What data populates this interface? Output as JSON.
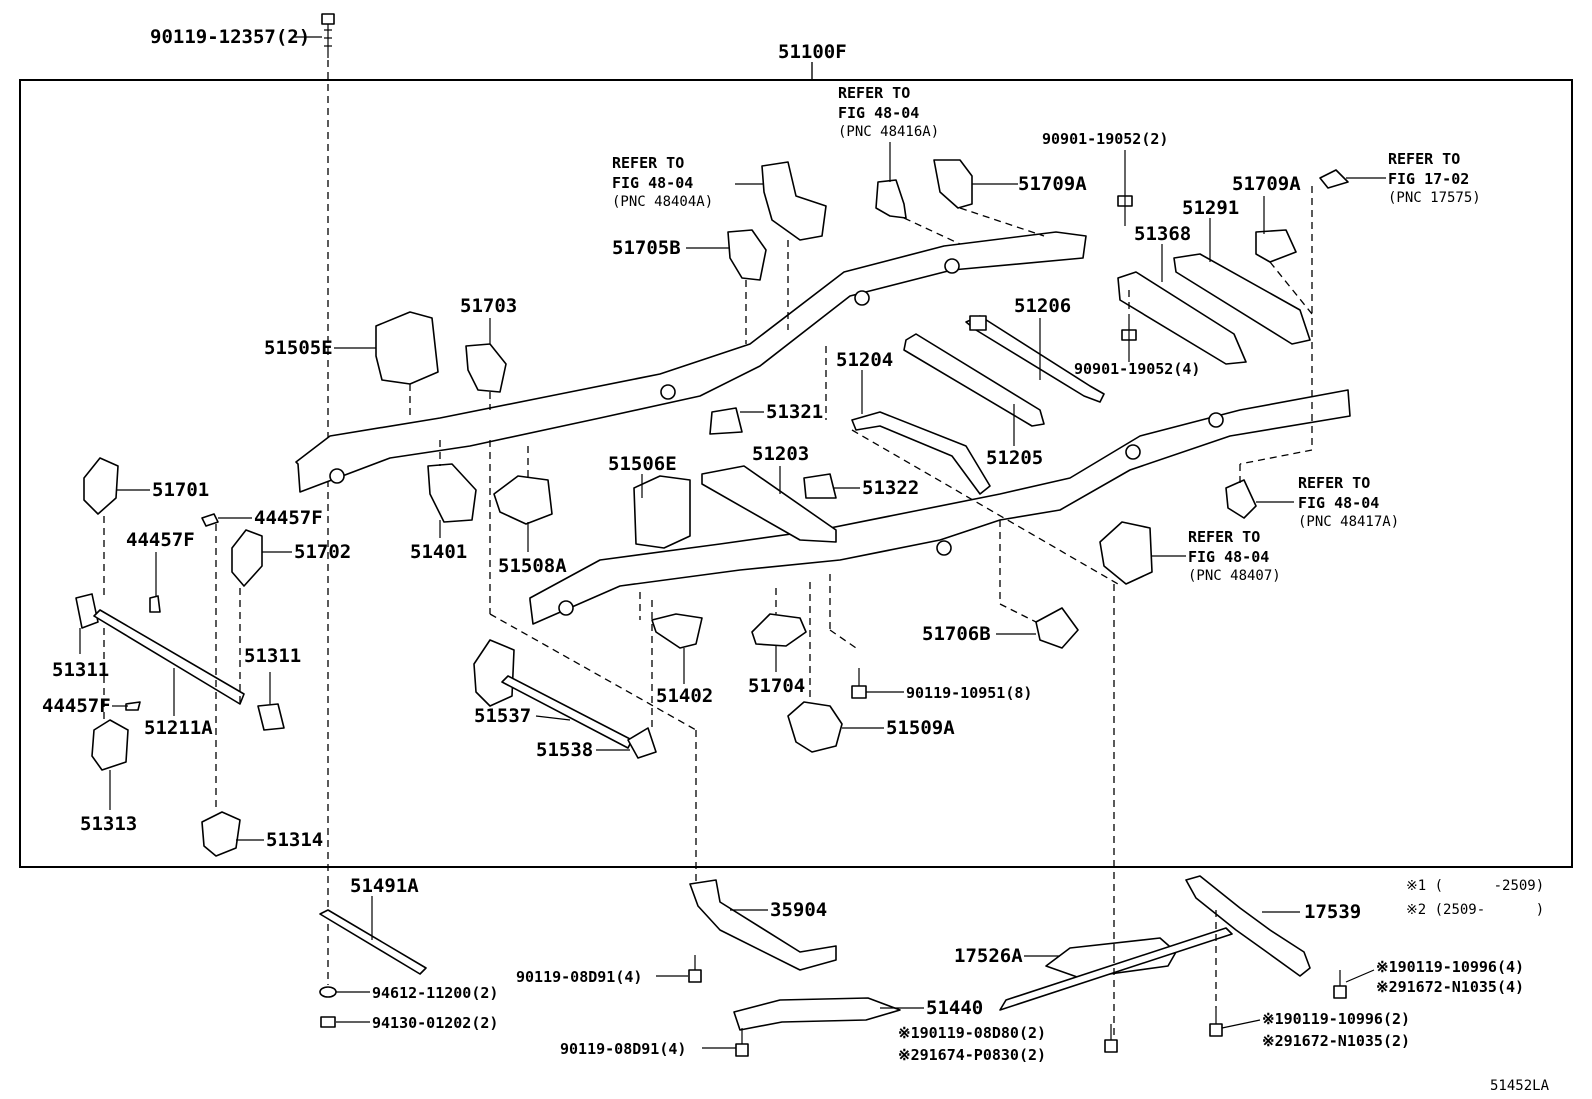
{
  "labels": {
    "top_bolt": "90119-12357(2)",
    "assembly": "51100F",
    "refer_48416a": [
      "REFER TO",
      "FIG 48-04",
      "(PNC 48416A)"
    ],
    "refer_48404a": [
      "REFER TO",
      "FIG 48-04",
      "(PNC 48404A)"
    ],
    "refer_17575": [
      "REFER TO",
      "FIG 17-02",
      "(PNC 17575)"
    ],
    "refer_48417a": [
      "REFER TO",
      "FIG 48-04",
      "(PNC 48417A)"
    ],
    "refer_48407": [
      "REFER TO",
      "FIG 48-04",
      "(PNC 48407)"
    ],
    "p51709a_1": "51709A",
    "p51709a_2": "51709A",
    "p90901_top": "90901-19052(2)",
    "p90901_bottom": "90901-19052(4)",
    "p51291": "51291",
    "p51368": "51368",
    "p51705b": "51705B",
    "p51206": "51206",
    "p51703": "51703",
    "p51505e": "51505E",
    "p51204": "51204",
    "p51321": "51321",
    "p51205": "51205",
    "p51203": "51203",
    "p51506e": "51506E",
    "p51322": "51322",
    "p51701": "51701",
    "p44457f_1": "44457F",
    "p44457f_2": "44457F",
    "p44457f_3": "44457F",
    "p51702": "51702",
    "p51401": "51401",
    "p51508a": "51508A",
    "p51706b": "51706B",
    "p51311_1": "51311",
    "p51311_2": "51311",
    "p51211a": "51211A",
    "p51402": "51402",
    "p51704": "51704",
    "p90119_10951": "90119-10951(8)",
    "p51537": "51537",
    "p51509a": "51509A",
    "p51538": "51538",
    "p51313": "51313",
    "p51314": "51314",
    "p51491a": "51491A",
    "p35904": "35904",
    "p17539": "17539",
    "note1": "※1 (      -2509)",
    "note2": "※2 (2509-      )",
    "p17526a": "17526A",
    "p90119_08d91_1": "90119-08D91(4)",
    "p90119_10996_4": "※190119-10996(4)",
    "p291672_n1035_4": "※291672-N1035(4)",
    "p94612": "94612-11200(2)",
    "p51440": "51440",
    "p94130": "94130-01202(2)",
    "p190119_08d80": "※190119-08D80(2)",
    "p90119_10996_2": "※190119-10996(2)",
    "p291674_p0830": "※291674-P0830(2)",
    "p291672_n1035_2": "※291672-N1035(2)",
    "p90119_08d91_2": "90119-08D91(4)",
    "figure_code": "51452LA"
  }
}
